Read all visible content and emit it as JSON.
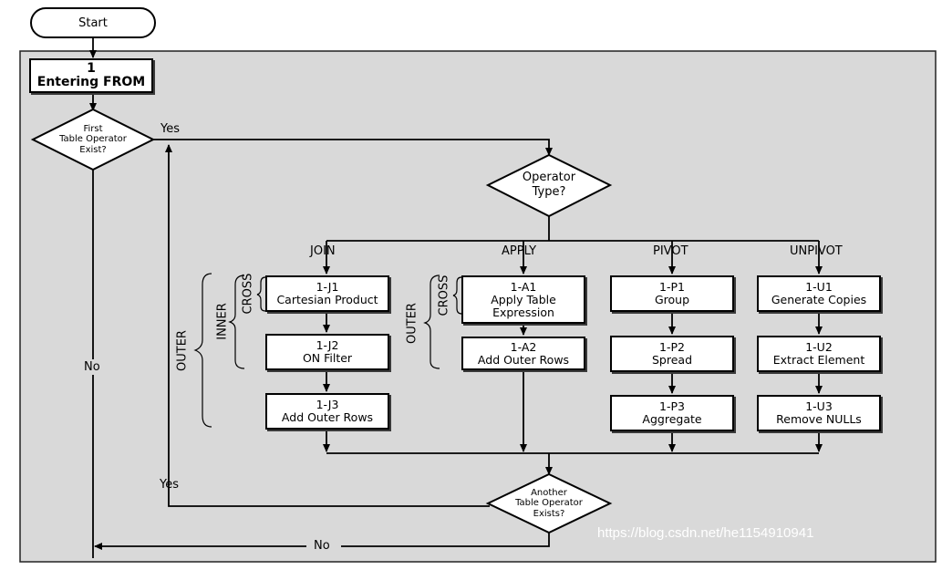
{
  "start": "Start",
  "entering": {
    "number": "1",
    "label": "Entering FROM"
  },
  "first_decision": {
    "line1": "First",
    "line2": "Table Operator",
    "line3": "Exist?"
  },
  "operator_decision": {
    "line1": "Operator",
    "line2": "Type?"
  },
  "another_decision": {
    "line1": "Another",
    "line2": "Table Operator",
    "line3": "Exists?"
  },
  "edge_labels": {
    "yes_top": "Yes",
    "yes_left": "Yes",
    "no_left": "No",
    "no_bottom": "No"
  },
  "categories": {
    "join": "JOIN",
    "apply": "APPLY",
    "pivot": "PIVOT",
    "unpivot": "UNPIVOT"
  },
  "join_steps": [
    {
      "id": "1-J1",
      "label": "Cartesian Product"
    },
    {
      "id": "1-J2",
      "label": "ON Filter"
    },
    {
      "id": "1-J3",
      "label": "Add Outer Rows"
    }
  ],
  "apply_steps": [
    {
      "id": "1-A1",
      "label1": "Apply Table",
      "label2": "Expression"
    },
    {
      "id": "1-A2",
      "label": "Add Outer Rows"
    }
  ],
  "pivot_steps": [
    {
      "id": "1-P1",
      "label": "Group"
    },
    {
      "id": "1-P2",
      "label": "Spread"
    },
    {
      "id": "1-P3",
      "label": "Aggregate"
    }
  ],
  "unpivot_steps": [
    {
      "id": "1-U1",
      "label": "Generate Copies"
    },
    {
      "id": "1-U2",
      "label": "Extract Element"
    },
    {
      "id": "1-U3",
      "label": "Remove NULLs"
    }
  ],
  "brace_labels": {
    "join_cross": "CROSS",
    "join_inner": "INNER",
    "join_outer": "OUTER",
    "apply_cross": "CROSS",
    "apply_outer": "OUTER"
  },
  "watermark": "https://blog.csdn.net/he1154910941",
  "colors": {
    "panel": "#d9d9d9",
    "line": "#000000",
    "box": "#ffffff"
  }
}
